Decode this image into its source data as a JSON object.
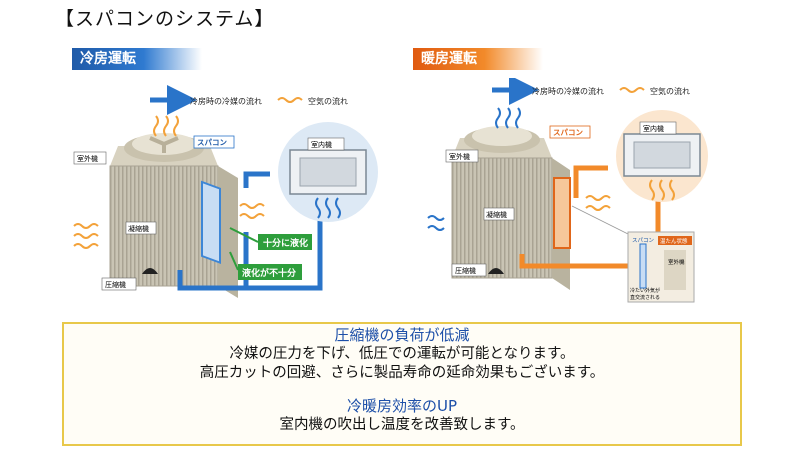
{
  "page": {
    "title": "【スパコンのシステム】"
  },
  "cooling": {
    "banner": "冷房運転",
    "legend_refrigerant": "冷房時の冷媒の流れ",
    "legend_air": "空気の流れ",
    "label_supercon": "スパコン",
    "label_outdoor": "室外機",
    "label_indoor": "室内機",
    "label_condenser": "凝縮機",
    "label_compressor": "圧縮機",
    "callout_sufficient": "十分に液化",
    "callout_insufficient": "液化が不十分"
  },
  "heating": {
    "banner": "暖房運転",
    "legend_refrigerant": "冷房時の冷媒の流れ",
    "legend_air": "空気の流れ",
    "label_supercon": "スパコン",
    "label_outdoor": "室外機",
    "label_indoor": "室内機",
    "label_condenser": "凝縮機",
    "label_compressor": "圧縮機",
    "inset_supercon": "スパコン",
    "inset_hot_state": "温たん状態",
    "inset_outdoor": "室外機",
    "inset_cold_note_1": "冷たい外気が",
    "inset_cold_note_2": "直交流される"
  },
  "info": {
    "heading1": "圧縮機の負荷が低減",
    "line1": "冷媒の圧力を下げ、低圧での運転が可能となります。",
    "line2": "高圧カットの回避、さらに製品寿命の延命効果もございます。",
    "heading2": "冷暖房効率のUP",
    "line3": "室内機の吹出し温度を改善致します。"
  },
  "colors": {
    "cool_accent": "#1f5aa8",
    "heat_accent": "#e0661a",
    "callout_green": "#2e9e3c",
    "info_border": "#e8c84a"
  }
}
